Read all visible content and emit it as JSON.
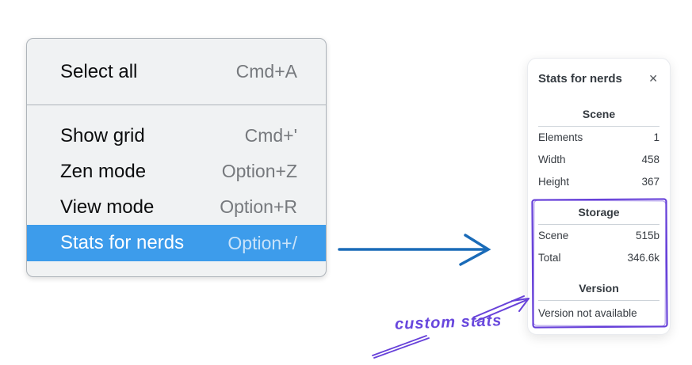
{
  "menu": {
    "items": [
      {
        "label": "Select all",
        "shortcut": "Cmd+A"
      },
      {
        "label": "Show grid",
        "shortcut": "Cmd+'"
      },
      {
        "label": "Zen mode",
        "shortcut": "Option+Z"
      },
      {
        "label": "View mode",
        "shortcut": "Option+R"
      },
      {
        "label": "Stats for nerds",
        "shortcut": "Option+/",
        "highlighted": true
      }
    ]
  },
  "panel": {
    "title": "Stats for nerds",
    "close_icon": "✕",
    "sections": [
      {
        "header": "Scene",
        "rows": [
          {
            "label": "Elements",
            "value": "1"
          },
          {
            "label": "Width",
            "value": "458"
          },
          {
            "label": "Height",
            "value": "367"
          }
        ]
      },
      {
        "header": "Storage",
        "rows": [
          {
            "label": "Scene",
            "value": "515b"
          },
          {
            "label": "Total",
            "value": "346.6k"
          }
        ]
      },
      {
        "header": "Version",
        "note": "Version not available"
      }
    ]
  },
  "annotation": {
    "label": "custom stats"
  },
  "colors": {
    "menu_highlight": "#3d9ceb",
    "flow_arrow_blue": "#1a6bb8",
    "annotation_purple": "#6741d9"
  }
}
